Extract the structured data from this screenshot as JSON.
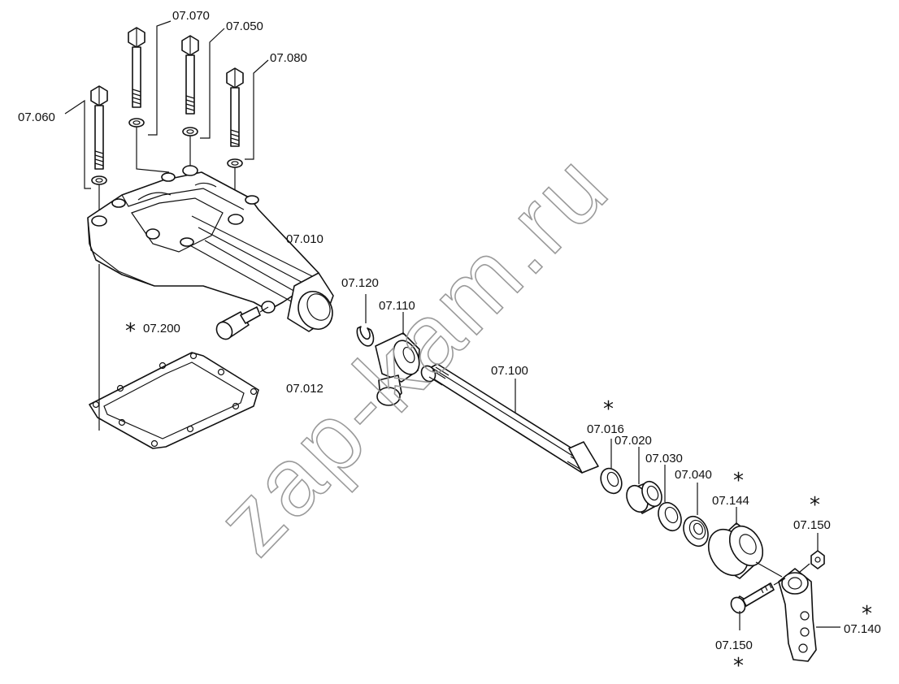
{
  "watermark": "zap-kam.ru",
  "labels": {
    "p07070": "07.070",
    "p07050": "07.050",
    "p07080": "07.080",
    "p07060": "07.060",
    "p07010": "07.010",
    "p07120": "07.120",
    "p07110": "07.110",
    "p07200": "07.200",
    "p07012": "07.012",
    "p07100": "07.100",
    "p07016": "07.016",
    "p07020": "07.020",
    "p07030": "07.030",
    "p07040": "07.040",
    "p07144": "07.144",
    "p07150a": "07.150",
    "p07150b": "07.150",
    "p07140": "07.140"
  },
  "star_mark": "*"
}
